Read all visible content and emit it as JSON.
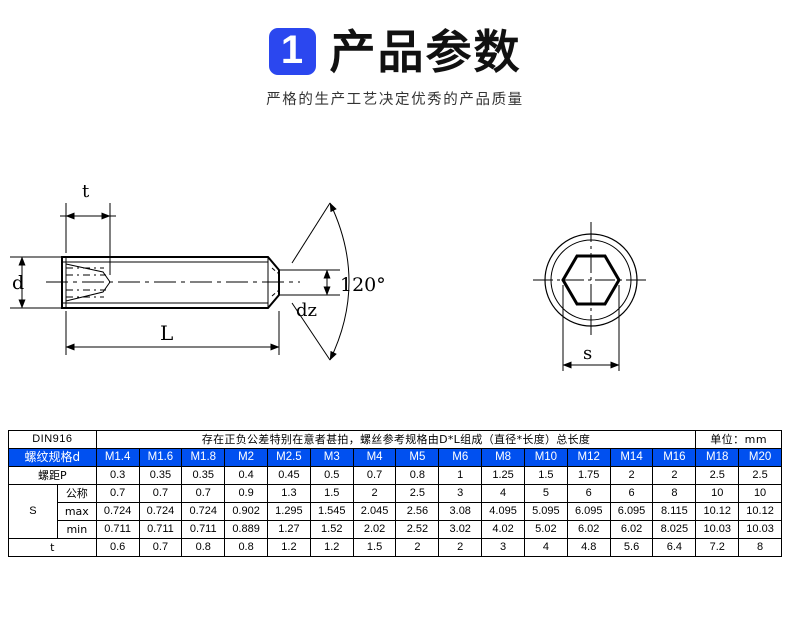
{
  "header": {
    "badge_number": "1",
    "title": "产品参数",
    "subtitle": "严格的生产工艺决定优秀的产品质量",
    "badge_color": "#2b47ef"
  },
  "drawing": {
    "labels": {
      "t": "t",
      "d": "d",
      "L": "L",
      "dz": "dz",
      "angle": "120°",
      "s": "s"
    }
  },
  "table": {
    "standard": "DIN916",
    "notice": "存在正负公差特别在意者甚拍，螺丝参考规格由D*L组成（直径*长度）总长度",
    "notice_color": "#ee0000",
    "unit": "单位：mm",
    "header_color": "#0050f0",
    "size_label": "螺纹规格d",
    "sizes": [
      "M1.4",
      "M1.6",
      "M1.8",
      "M2",
      "M2.5",
      "M3",
      "M4",
      "M5",
      "M6",
      "M8",
      "M10",
      "M12",
      "M14",
      "M16",
      "M18",
      "M20"
    ],
    "rows": [
      {
        "label": "螺距P",
        "sublabel": "",
        "values": [
          "0.3",
          "0.35",
          "0.35",
          "0.4",
          "0.45",
          "0.5",
          "0.7",
          "0.8",
          "1",
          "1.25",
          "1.5",
          "1.75",
          "2",
          "2",
          "2.5",
          "2.5"
        ]
      },
      {
        "label": "S",
        "sublabel": "公称",
        "values": [
          "0.7",
          "0.7",
          "0.7",
          "0.9",
          "1.3",
          "1.5",
          "2",
          "2.5",
          "3",
          "4",
          "5",
          "6",
          "6",
          "8",
          "10",
          "10"
        ]
      },
      {
        "label": "S",
        "sublabel": "max",
        "values": [
          "0.724",
          "0.724",
          "0.724",
          "0.902",
          "1.295",
          "1.545",
          "2.045",
          "2.56",
          "3.08",
          "4.095",
          "5.095",
          "6.095",
          "6.095",
          "8.115",
          "10.12",
          "10.12"
        ]
      },
      {
        "label": "S",
        "sublabel": "min",
        "values": [
          "0.711",
          "0.711",
          "0.711",
          "0.889",
          "1.27",
          "1.52",
          "2.02",
          "2.52",
          "3.02",
          "4.02",
          "5.02",
          "6.02",
          "6.02",
          "8.025",
          "10.03",
          "10.03"
        ]
      },
      {
        "label": "t",
        "sublabel": "",
        "values": [
          "0.6",
          "0.7",
          "0.8",
          "0.8",
          "1.2",
          "1.2",
          "1.5",
          "2",
          "2",
          "3",
          "4",
          "4.8",
          "5.6",
          "6.4",
          "7.2",
          "8"
        ]
      }
    ]
  }
}
